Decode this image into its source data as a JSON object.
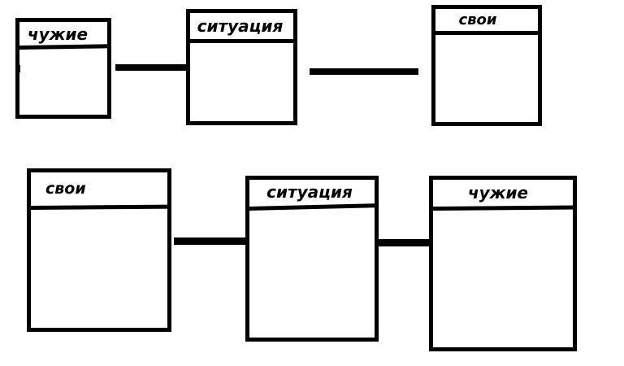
{
  "diagram": {
    "title_text_language": "ru",
    "stroke_color": "#000000",
    "background_color": "#ffffff",
    "rows": [
      {
        "name": "top-row",
        "nodes": [
          {
            "id": "n1",
            "label": "чужие"
          },
          {
            "id": "n2",
            "label": "ситуация"
          },
          {
            "id": "n3",
            "label": "свои"
          }
        ],
        "connectors": [
          {
            "id": "c1",
            "from": "n1",
            "to": "n2"
          },
          {
            "id": "c2",
            "from": "n2",
            "to": "n3"
          }
        ]
      },
      {
        "name": "bottom-row",
        "nodes": [
          {
            "id": "n4",
            "label": "свои"
          },
          {
            "id": "n5",
            "label": "ситуация"
          },
          {
            "id": "n6",
            "label": "чужие"
          }
        ],
        "connectors": [
          {
            "id": "c3",
            "from": "n4",
            "to": "n5"
          },
          {
            "id": "c4",
            "from": "n5",
            "to": "n6"
          }
        ]
      }
    ]
  }
}
